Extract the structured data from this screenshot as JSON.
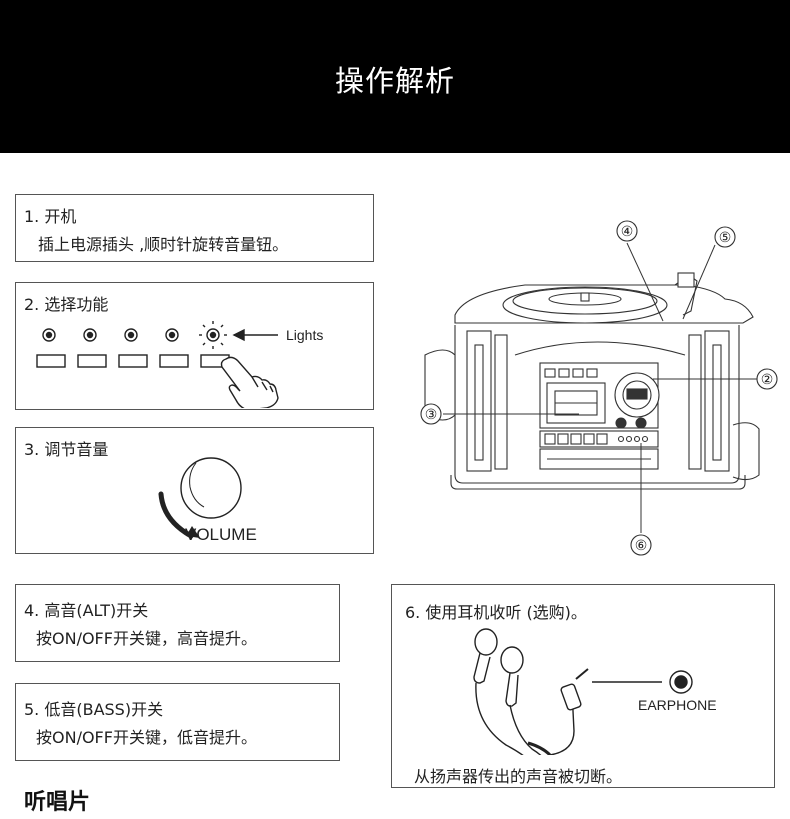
{
  "banner": {
    "title": "操作解析"
  },
  "steps": [
    {
      "title": "1. 开机",
      "text": "插上电源插头 ,顺时针旋转音量钮。"
    },
    {
      "title": "2. 选择功能",
      "lights_label": "Lights"
    },
    {
      "title": "3. 调节音量",
      "volume_label": "VOLUME"
    },
    {
      "title": "4. 高音(ALT)开关",
      "text": "按ON/OFF开关键，高音提升。"
    },
    {
      "title": "5. 低音(BASS)开关",
      "text": "按ON/OFF开关键，低音提升。"
    },
    {
      "title": "6. 使用耳机收听 (选购)。",
      "earphone_label": "EARPHONE",
      "text": "从扬声器传出的声音被切断。"
    }
  ],
  "callouts": [
    "④",
    "⑤",
    "②",
    "③",
    "⑥"
  ],
  "section_heading": "听唱片",
  "colors": {
    "banner_bg": "#000000",
    "banner_text": "#ffffff",
    "border": "#555555"
  }
}
